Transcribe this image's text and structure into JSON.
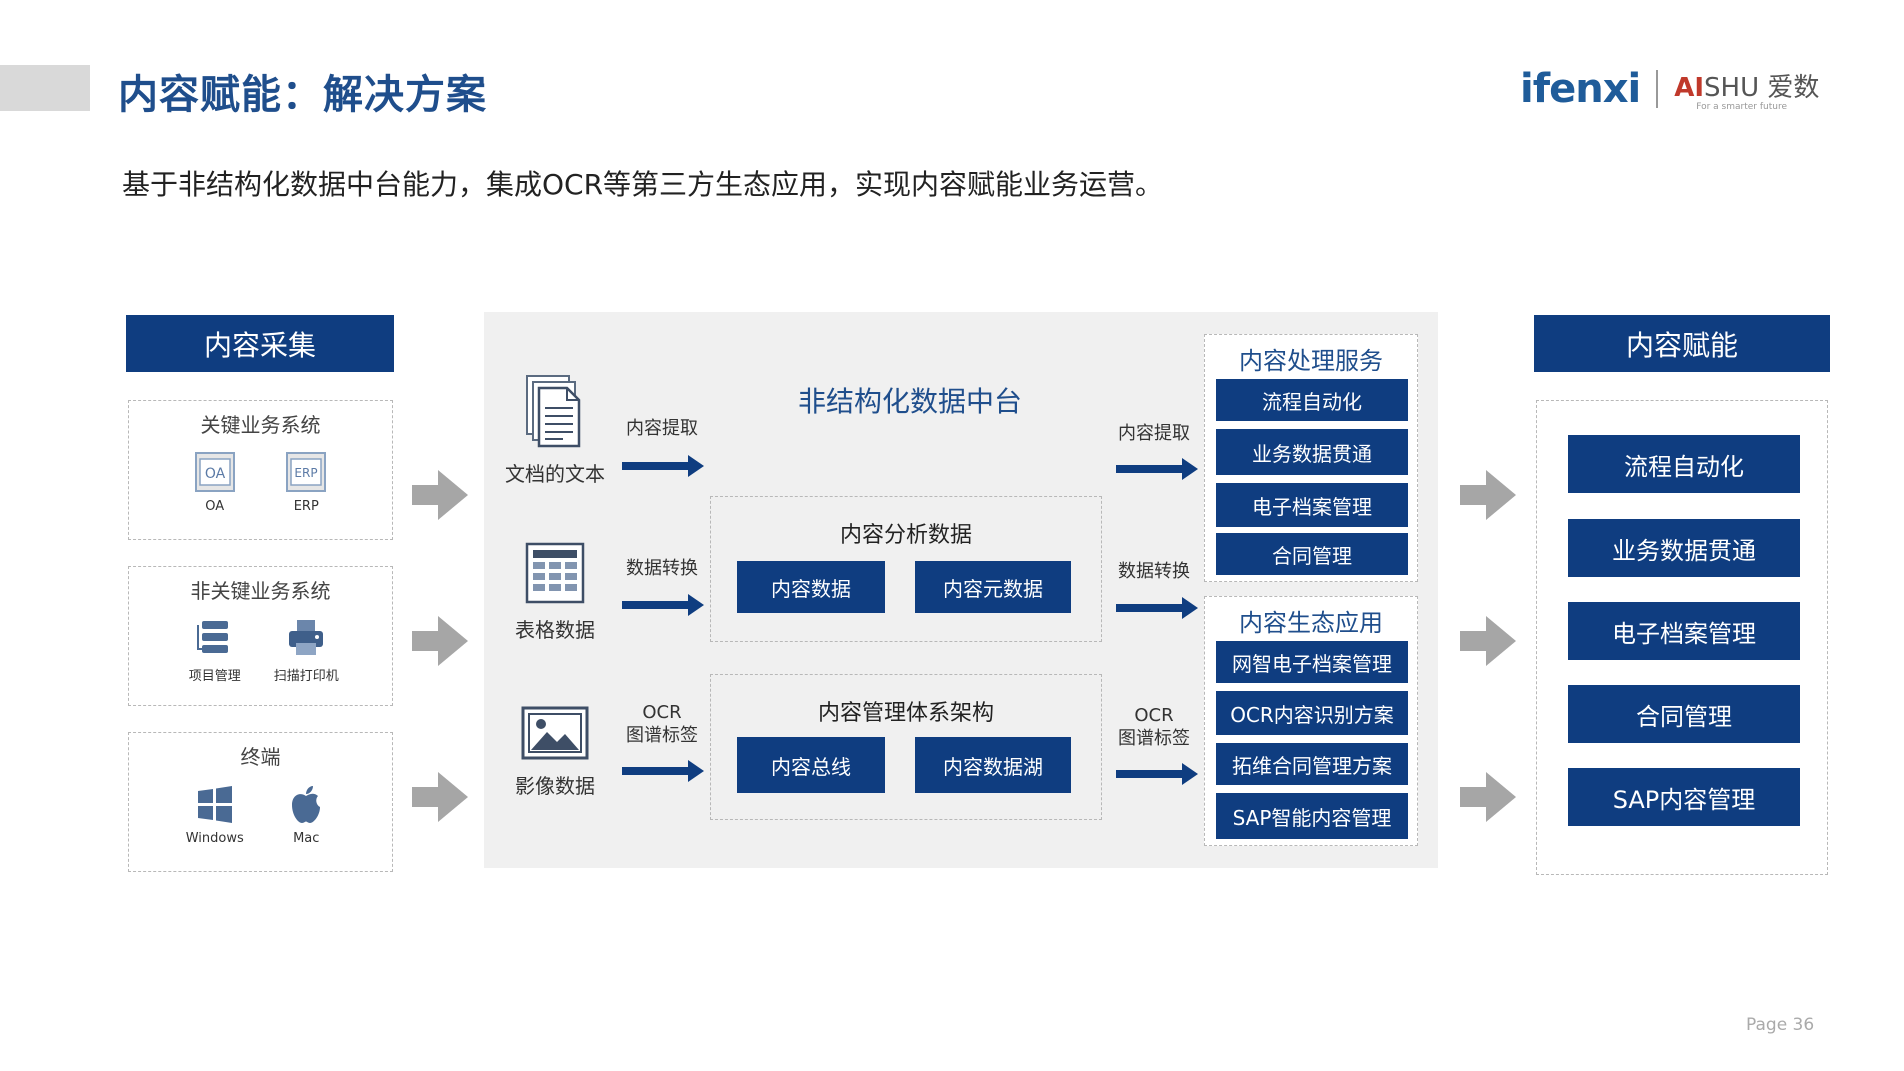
{
  "header": {
    "title": "内容赋能：解决方案",
    "subtitle": "基于非结构化数据中台能力，集成OCR等第三方生态应用，实现内容赋能业务运营。",
    "logo_left": "ifenxi",
    "logo_right_ai": "AI",
    "logo_right_shu": "SHU 爱数",
    "logo_right_tagline": "For a smarter future"
  },
  "collection": {
    "title": "内容采集",
    "groups": [
      {
        "title": "关键业务系统",
        "items": [
          {
            "label": "OA",
            "icon": "oa-icon"
          },
          {
            "label": "ERP",
            "icon": "erp-icon"
          }
        ]
      },
      {
        "title": "非关键业务系统",
        "items": [
          {
            "label": "项目管理",
            "icon": "project-management-icon"
          },
          {
            "label": "扫描打印机",
            "icon": "scanner-printer-icon"
          }
        ]
      },
      {
        "title": "终端",
        "items": [
          {
            "label": "Windows",
            "icon": "windows-icon"
          },
          {
            "label": "Mac",
            "icon": "apple-icon"
          }
        ]
      }
    ]
  },
  "platform": {
    "title": "非结构化数据中台",
    "data_types": [
      {
        "label": "文档的文本",
        "icon": "document-icon"
      },
      {
        "label": "表格数据",
        "icon": "table-icon"
      },
      {
        "label": "影像数据",
        "icon": "image-icon"
      }
    ],
    "left_flows": [
      {
        "line1": "内容提取",
        "line2": ""
      },
      {
        "line1": "数据转换",
        "line2": ""
      },
      {
        "line1": "OCR",
        "line2": "图谱标签"
      }
    ],
    "right_flows": [
      {
        "line1": "内容提取",
        "line2": ""
      },
      {
        "line1": "数据转换",
        "line2": ""
      },
      {
        "line1": "OCR",
        "line2": "图谱标签"
      }
    ],
    "analysis": {
      "title": "内容分析数据",
      "items": [
        "内容数据",
        "内容元数据"
      ]
    },
    "management": {
      "title": "内容管理体系架构",
      "items": [
        "内容总线",
        "内容数据湖"
      ]
    },
    "processing_services": {
      "title": "内容处理服务",
      "items": [
        "流程自动化",
        "业务数据贯通",
        "电子档案管理",
        "合同管理"
      ]
    },
    "ecosystem_apps": {
      "title": "内容生态应用",
      "items": [
        "网智电子档案管理",
        "OCR内容识别方案",
        "拓维合同管理方案",
        "SAP智能内容管理"
      ]
    }
  },
  "empowerment": {
    "title": "内容赋能",
    "items": [
      "流程自动化",
      "业务数据贯通",
      "电子档案管理",
      "合同管理",
      "SAP内容管理"
    ]
  },
  "footer": {
    "page": "Page  36"
  },
  "colors": {
    "navy": "#0f3d80",
    "title_blue": "#1f4e8c",
    "arrow_gray": "#a6a6a6",
    "panel_gray": "#f0f0f0"
  }
}
